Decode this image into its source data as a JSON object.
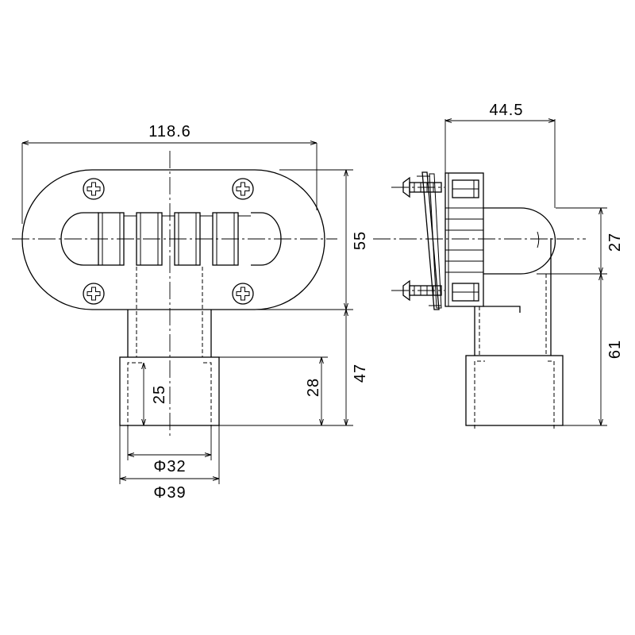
{
  "dimensions": {
    "front_width": "118.6",
    "front_height": "55",
    "lower_length": "47",
    "socket_depth_outer": "28",
    "socket_depth_inner": "25",
    "inner_diameter": "Φ32",
    "outer_diameter": "Φ39",
    "side_depth": "44.5",
    "side_pipe_height": "27",
    "side_lower_length": "61"
  }
}
